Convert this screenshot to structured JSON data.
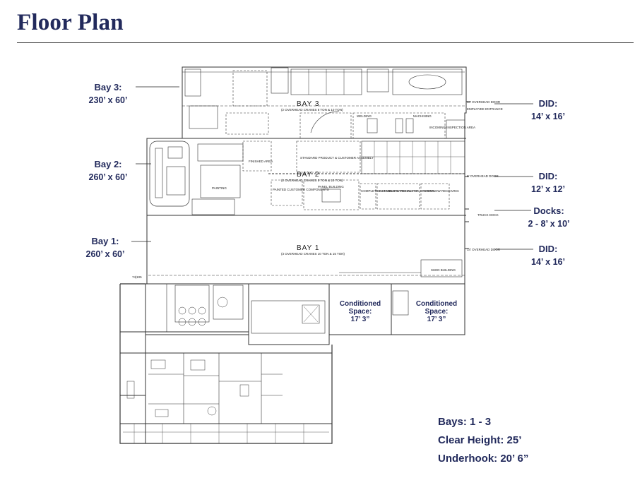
{
  "page": {
    "title": "Floor Plan"
  },
  "left_labels": [
    {
      "name": "Bay 3:",
      "value": "230’ x 60’"
    },
    {
      "name": "Bay 2:",
      "value": "260’ x 60’"
    },
    {
      "name": "Bay 1:",
      "value": "260’ x 60’"
    }
  ],
  "right_labels": [
    {
      "name": "DID:",
      "value": "14’ x 16’"
    },
    {
      "name": "DID:",
      "value": "12’ x 12’"
    },
    {
      "name": "Docks:",
      "value": "2 - 8’ x 10’"
    },
    {
      "name": "DID:",
      "value": "14’ x 16’"
    }
  ],
  "conditioned_spaces": [
    {
      "label": "Conditioned Space:",
      "height": "17’ 3”"
    },
    {
      "label": "Conditioned Space:",
      "height": "17’ 3”"
    }
  ],
  "plan_text": {
    "bay3": "BAY 3",
    "bay2": "BAY 2",
    "bay1": "BAY 1",
    "bay3_cranes": "(2 OVERHEAD CRANES 8 TON & 10 TON)",
    "bay2_cranes": "(2 OVERHEAD CRANES 5 TON & 10 TON)",
    "bay1_cranes": "(3 OVERHEAD CRANES 10 TON & 15 TON)",
    "door_note": "74|105",
    "finished_area": "FINISHED AREA",
    "painting": "PAINTING",
    "standard_product": "STANDARD PRODUCT & CUSTOMER ASSEMBLY",
    "painted_components": "PAINTED CUSTOMER COMPONENTS",
    "panel_building": "PANEL BUILDING",
    "completed_products": "COMPLETED STANDARD PRODUCTS",
    "incoming_material": "INCOMING MATERIAL FOR SYSTEMS",
    "overflow": "OVERFLOW RECEIVING",
    "machining": "MACHINING",
    "welding": "WELDING",
    "incoming_inspection": "INCOMING INSPECTION AREA",
    "shed_building": "SHED BUILDING",
    "door_top": "14’ OVERHEAD DOOR",
    "door_mid": "8’ OVERHEAD DOOR",
    "truck_dock": "TRUCK DOCK",
    "door_bottom": "14’ OVERHEAD DOOR",
    "employee_entrance": "EMPLOYEE ENTRANCE"
  },
  "stats": {
    "bays": "Bays: 1 - 3",
    "clear_height": "Clear Height: 25’",
    "underhook": "Underhook: 20’ 6”"
  }
}
